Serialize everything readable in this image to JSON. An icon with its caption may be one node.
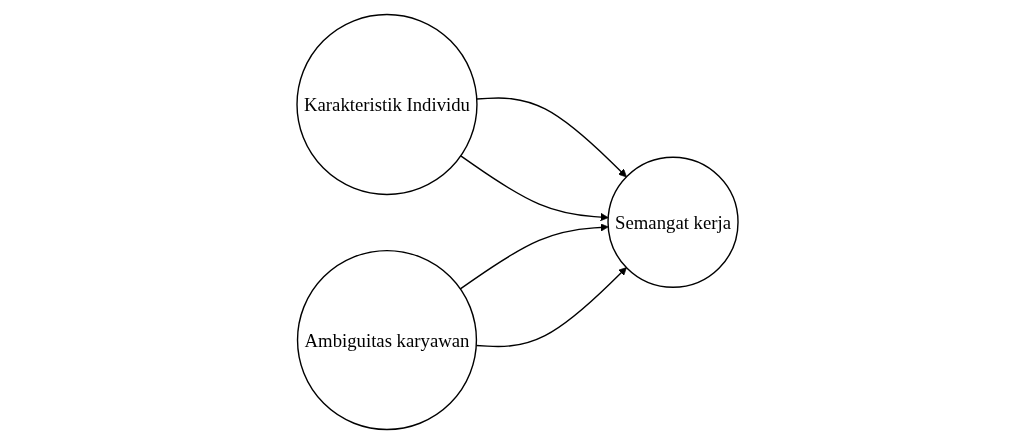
{
  "diagram": {
    "nodes": [
      {
        "text": [
          "Karakteristik Individu"
        ]
      },
      {
        "text": [
          "Ambiguitas karyawan"
        ]
      },
      {
        "text": [
          "Semangat kerja"
        ]
      }
    ],
    "edges": [
      {
        "from": 0,
        "to": 2,
        "arrow": "to"
      },
      {
        "from": 1,
        "to": 2,
        "arrow": "to"
      },
      {
        "from": 0,
        "to": 2,
        "arrow": "to"
      },
      {
        "from": 1,
        "to": 2,
        "arrow": "to"
      }
    ]
  }
}
